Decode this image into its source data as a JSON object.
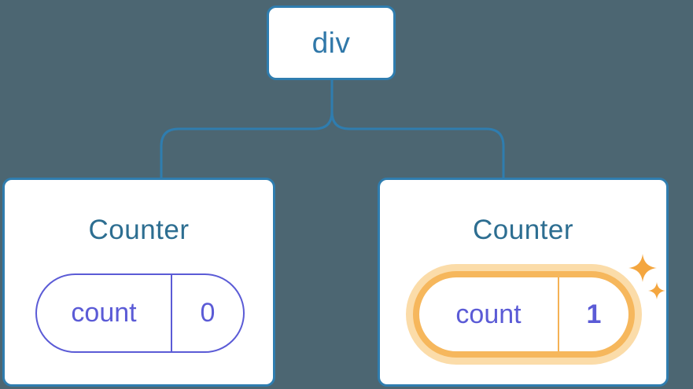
{
  "diagram": {
    "root": {
      "label": "div"
    },
    "children": [
      {
        "title": "Counter",
        "state": {
          "key": "count",
          "value": "0"
        },
        "highlighted": false
      },
      {
        "title": "Counter",
        "state": {
          "key": "count",
          "value": "1"
        },
        "highlighted": true
      }
    ]
  },
  "colors": {
    "background": "#4C6672",
    "card_background": "#FFFFFF",
    "node_border_blue": "#2F7DAF",
    "connector_blue": "#2F7DAF",
    "root_label_blue": "#3078A9",
    "title_blue": "#2D6E91",
    "state_purple": "#5B5BD6",
    "highlight_orange": "#F6B75C",
    "highlight_glow": "#FBDCA9",
    "sparkle_orange": "#F4A63F"
  }
}
